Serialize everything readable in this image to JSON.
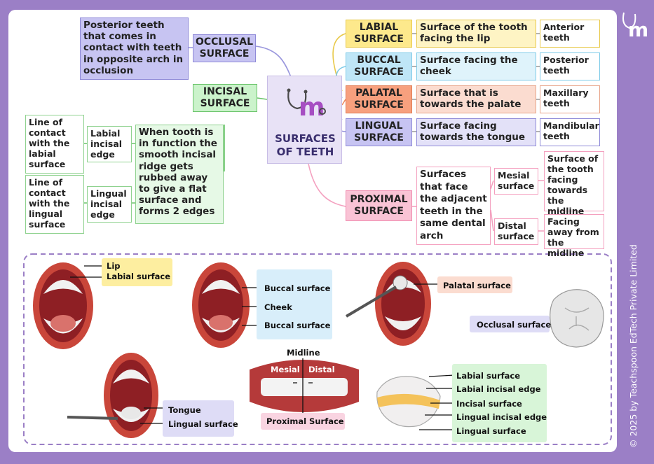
{
  "center": {
    "title_line1": "SURFACES",
    "title_line2": "OF TEETH",
    "logo_icon": "stethoscope-m-logo-icon"
  },
  "occlusal": {
    "label_line1": "OCCLUSAL",
    "label_line2": "SURFACE",
    "desc": "Posterior teeth that comes in contact with teeth in opposite arch in occlusion"
  },
  "incisal": {
    "label_line1": "INCISAL",
    "label_line2": "SURFACE",
    "desc": "When tooth is in function the smooth incisal ridge gets rubbed away to give a flat surface and forms  2 edges",
    "edges": [
      {
        "name": "Labial incisal edge",
        "desc": "Line of contact with the labial surface"
      },
      {
        "name": "Lingual incisal edge",
        "desc": "Line of contact with the lingual surface"
      }
    ]
  },
  "right_rows": [
    {
      "label_line1": "LABIAL",
      "label_line2": "SURFACE",
      "desc": "Surface of the tooth facing the lip",
      "teeth": "Anterior teeth"
    },
    {
      "label_line1": "BUCCAL",
      "label_line2": "SURFACE",
      "desc": "Surface facing the cheek",
      "teeth": "Posterior teeth"
    },
    {
      "label_line1": "PALATAL",
      "label_line2": "SURFACE",
      "desc": "Surface that is towards the palate",
      "teeth": "Maxillary teeth"
    },
    {
      "label_line1": "LINGUAL",
      "label_line2": "SURFACE",
      "desc": "Surface facing towards the tongue",
      "teeth": "Mandibular teeth"
    }
  ],
  "proximal": {
    "label_line1": "PROXIMAL",
    "label_line2": "SURFACE",
    "desc": "Surfaces that face the adjacent teeth in the same dental arch",
    "subs": [
      {
        "name": "Mesial surface",
        "desc": "Surface of the tooth facing towards the midline"
      },
      {
        "name": "Distal surface",
        "desc": "Facing away from the midline"
      }
    ]
  },
  "figures": {
    "fig1": {
      "lip": "Lip",
      "labial": "Labial surface"
    },
    "fig2": {
      "buccal_top": "Buccal surface",
      "cheek": "Cheek",
      "buccal_bottom": "Buccal surface"
    },
    "fig3": {
      "palatal": "Palatal surface"
    },
    "fig4": {
      "occlusal": "Occlusal surface"
    },
    "fig5": {
      "tongue": "Tongue",
      "lingual": "Lingual surface"
    },
    "fig6": {
      "midline": "Midline",
      "mesial": "Mesial",
      "distal": "Distal",
      "proximal": "Proximal Surface"
    },
    "fig7": {
      "labial_surface": "Labial surface",
      "labial_edge": "Labial incisal edge",
      "incisal_surface": "Incisal surface",
      "lingual_edge": "Lingual incisal edge",
      "lingual_surface": "Lingual surface"
    }
  },
  "copyright": "© 2025 by Teachspoon EdTech Private Limited",
  "brand_icon": "m-stethoscope-brand-icon",
  "colors": {
    "background": "#9b7fc6",
    "occlusal": "#c7c4f2",
    "incisal": "#cbf3cb",
    "labial": "#fde98c",
    "buccal": "#bfe6f7",
    "palatal": "#f7c0a9",
    "lingual": "#c7c4f2",
    "proximal": "#f9c3d5"
  }
}
